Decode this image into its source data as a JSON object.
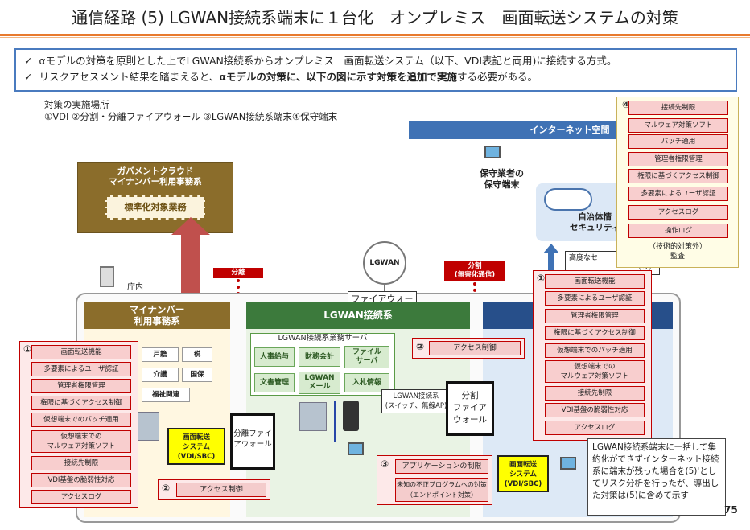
{
  "title": "通信経路 (5) LGWAN接続系端末に１台化　オンプレミス　画面転送システムの対策",
  "summary": {
    "line1": "αモデルの対策を原則とした上でLGWAN接続系からオンプレミス　画面転送システム（以下、VDI表記と両用)に接続する方式。",
    "line2_pre": "リスクアセスメント結果を踏まえると、",
    "line2_bold": "αモデルの対策に、以下の図に示す対策を追加で実施",
    "line2_post": "する必要がある。",
    "check": "✓"
  },
  "place": {
    "line1": "対策の実施場所",
    "line2": "①VDI ②分割・分離ファイアウォール ③LGWAN接続系端末④保守端末"
  },
  "gov_cloud": {
    "title_line1": "ガバメントクラウド",
    "title_line2": "マイナンバー利用事務系",
    "inner": "標準化対象業務"
  },
  "internet": {
    "bar": "インターネット空間",
    "maint_line1": "保守業者の",
    "maint_line2": "保守端末",
    "cloud_line1": "自治体情",
    "cloud_line2": "セキュリティ"
  },
  "lgwan": {
    "circle": "LGWAN",
    "firewall": "ファイアウォール"
  },
  "split_tags": {
    "left": "分離",
    "right_line1": "分割",
    "right_line2": "(無害化通信)"
  },
  "koudo": {
    "line1": "高度なセ",
    "line2": "（ｓ）"
  },
  "office": {
    "label": "庁内"
  },
  "mynum": {
    "title_line1": "マイナンバー",
    "title_line2": "利用事務系",
    "tiles": [
      "戸籍",
      "税",
      "介護",
      "国保",
      "福祉関連"
    ]
  },
  "lgwan_seg": {
    "title": "LGWAN接続系",
    "server_title": "LGWAN接続系業務サーバ",
    "servers": [
      "人事給与",
      "財務会計",
      "ファイル\nサーバ",
      "文書管理",
      "LGWAN\nメール",
      "入札情報"
    ]
  },
  "panel4": {
    "num": "④",
    "items": [
      "接続先制限",
      "マルウェア対策ソフト",
      "パッチ適用",
      "管理者権限管理",
      "権限に基づくアクセス制御",
      "多要素によるユーザ認証",
      "アクセスログ",
      "操作ログ"
    ],
    "footer_line1": "（技術的対策外）",
    "footer_line2": "監査"
  },
  "panel1_right": {
    "num": "①",
    "items": [
      "画面転送機能",
      "多要素によるユーザ認証",
      "管理者権限管理",
      "権限に基づくアクセス制御",
      "仮想端末でのパッチ適用",
      "仮想端末での\nマルウェア対策ソフト",
      "接続先制限",
      "VDI基盤の脆弱性対応",
      "アクセスログ"
    ]
  },
  "panel1_left": {
    "num": "①",
    "items": [
      "画面転送機能",
      "多要素によるユーザ認証",
      "管理者権限管理",
      "権限に基づくアクセス制御",
      "仮想端末でのパッチ適用",
      "仮想端末での\nマルウェア対策ソフト",
      "接続先制限",
      "VDI基盤の脆弱性対応",
      "アクセスログ"
    ]
  },
  "panel2_top": {
    "num": "②",
    "item": "アクセス制御"
  },
  "panel2_bottom": {
    "num": "②",
    "item": "アクセス制御"
  },
  "panel3": {
    "num": "③",
    "items": [
      "アプリケーションの制限",
      "未知の不正プログラムへの対策\n（エンドポイント対策）"
    ]
  },
  "vdi_left": "画面転送\nシステム\n(VDI/SBC)",
  "vdi_right": "画面転送\nシステム\n(VDI/SBC)",
  "sep_fw": "分離ファイ\nアウォール",
  "split_fw": "分割\nファイア\nウォール",
  "switch_label": "LGWAN接続系\n(スイッチ、無線AP)",
  "note": "LGWAN接続系端末に一括して集約化ができずインターネット接続系に端末が残った場合を(5)'としてリスク分析を行ったが、導出した対策は(5)に含めて示す",
  "page_number": "75"
}
